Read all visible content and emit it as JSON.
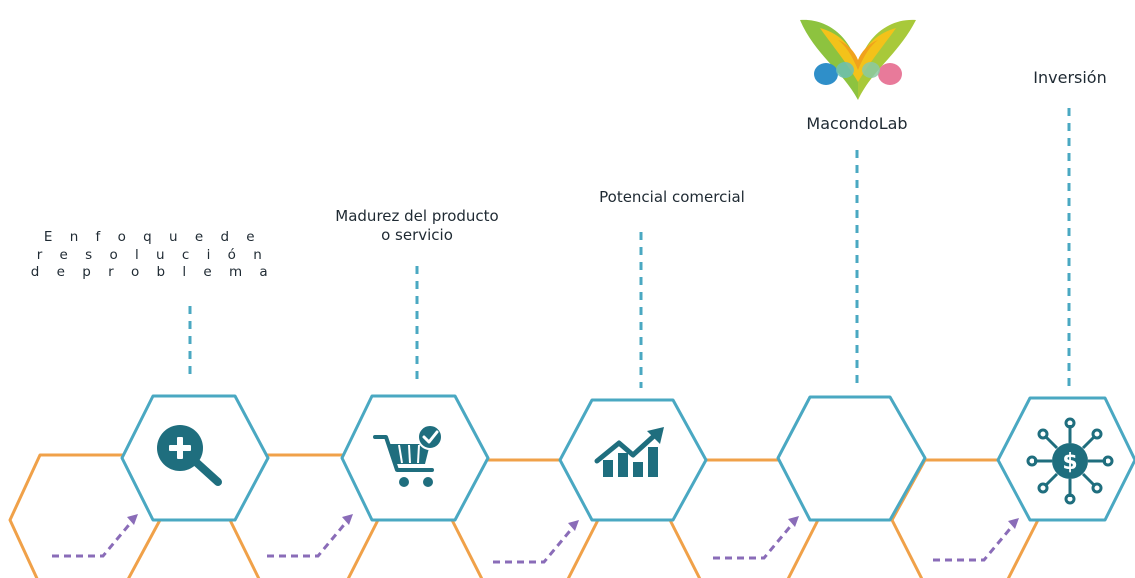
{
  "steps": [
    {
      "label_lines": [
        "E n f o q u e   d e",
        "r e s o l u c i ó n",
        "d e   p r o b l e m a"
      ],
      "icon": "magnify-plus-icon"
    },
    {
      "label_lines": [
        "Madurez del producto",
        "o servicio"
      ],
      "icon": "cart-check-icon"
    },
    {
      "label_lines": [
        "Potencial comercial"
      ],
      "icon": "growth-chart-icon"
    },
    {
      "label_lines": [
        "MacondoLab"
      ],
      "icon": "butterfly-logo"
    },
    {
      "label_lines": [
        "Inversión"
      ],
      "icon": "dollar-network-icon"
    }
  ],
  "colors": {
    "blue": "#4aa8c2",
    "orange": "#f0a149",
    "teal_icon": "#1f6e7e",
    "purple": "#8a6cb8",
    "text": "#1f2a33"
  }
}
